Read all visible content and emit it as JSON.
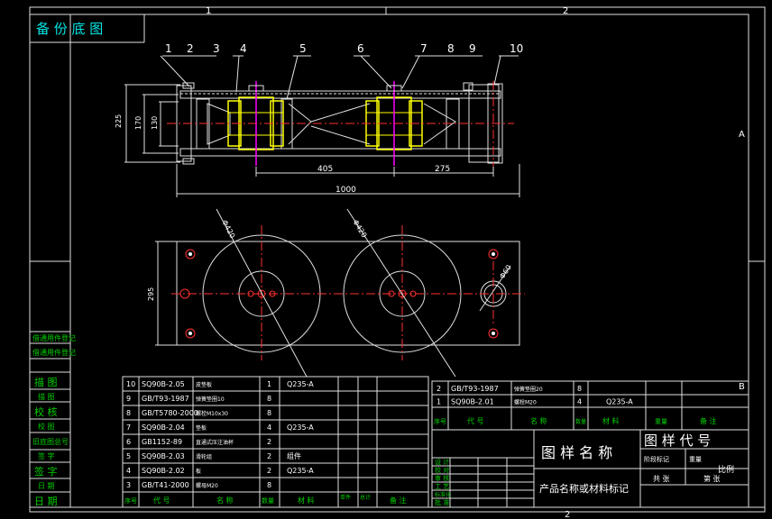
{
  "frame": {
    "zone_top_1": "1",
    "zone_top_2": "2",
    "zone_bottom_2": "2",
    "zone_right_a": "A",
    "zone_right_b": "B",
    "corner_title": "备 份 底 图"
  },
  "side_labels": [
    "借通用件登记",
    "借通用件登记",
    "描 图",
    "描 图",
    "校 核",
    "校 图",
    "旧底图总号",
    "签 字",
    "签 字",
    "日 期",
    "日 期"
  ],
  "dimensions": {
    "d225": "225",
    "d170": "170",
    "d130": "130",
    "d405": "405",
    "d275": "275",
    "d1000": "1000",
    "d295": "295",
    "phi420a": "Φ420",
    "phi420b": "Φ420",
    "phi60": "Φ60"
  },
  "balloons": [
    "1",
    "2",
    "3",
    "4",
    "5",
    "6",
    "7",
    "8",
    "9",
    "10"
  ],
  "bom_left": {
    "rows": [
      {
        "no": "10",
        "code": "SQ90B-2.05",
        "name": "皮垫板",
        "qty": "1",
        "mat": "Q235-A",
        "note": ""
      },
      {
        "no": "9",
        "code": "GB/T93-1987",
        "name": "弹簧垫圈10",
        "qty": "8",
        "mat": "",
        "note": ""
      },
      {
        "no": "8",
        "code": "GB/T5780-2000",
        "name": "螺栓M10x30",
        "qty": "8",
        "mat": "",
        "note": ""
      },
      {
        "no": "7",
        "code": "SQ90B-2.04",
        "name": "垫板",
        "qty": "4",
        "mat": "Q235-A",
        "note": ""
      },
      {
        "no": "6",
        "code": "GB1152-89",
        "name": "直通式压注油杯",
        "qty": "2",
        "mat": "",
        "note": ""
      },
      {
        "no": "5",
        "code": "SQ90B-2.03",
        "name": "滑轮组",
        "qty": "2",
        "mat": "组件",
        "note": ""
      },
      {
        "no": "4",
        "code": "SQ90B-2.02",
        "name": "板",
        "qty": "2",
        "mat": "Q235-A",
        "note": ""
      },
      {
        "no": "3",
        "code": "GB/T41-2000",
        "name": "螺母M20",
        "qty": "8",
        "mat": "",
        "note": ""
      }
    ],
    "headers": [
      "序号",
      "代 号",
      "名 称",
      "数量",
      "材 料",
      "单件",
      "总计",
      "备 注"
    ]
  },
  "bom_right": {
    "rows": [
      {
        "no": "2",
        "code": "GB/T93-1987",
        "name": "弹簧垫圈20",
        "qty": "8",
        "mat": "",
        "note": ""
      },
      {
        "no": "1",
        "code": "SQ90B-2.01",
        "name": "螺栓M20",
        "qty": "4",
        "mat": "Q235-A",
        "note": ""
      }
    ],
    "headers": [
      "序号",
      "代 号",
      "名 称",
      "数量",
      "材 料",
      "重量",
      "备 注"
    ]
  },
  "title_block": {
    "drawing_name": "图 样 名 称",
    "drawing_code": "图 样 代 号",
    "material": "产品名称或材料标记",
    "scale_label": "阶段标记",
    "weight_label": "重量",
    "ratio_label": "比例",
    "sheets": "共 张",
    "sheet_no": "第 张",
    "roles": [
      "设 计",
      "校 对",
      "审 核",
      "工 艺",
      "标准化",
      "批 准"
    ]
  }
}
